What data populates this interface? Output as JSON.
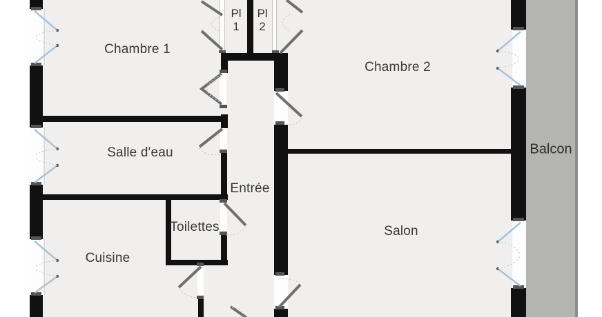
{
  "plan": {
    "type": "apartment-floor-plan",
    "colors": {
      "background": "#ffffff",
      "floor": "#f0efed",
      "wall": "#111111",
      "door_leaf": "#6f6f6f",
      "window_leaf": "#aac3db",
      "swing_arc": "#c9c9c9",
      "balcony": "#b5b5b3",
      "balcony_edge": "#8e8e8c",
      "label_text": "#383838"
    },
    "rooms": [
      {
        "label": "Chambre 1"
      },
      {
        "label": "Chambre 2"
      },
      {
        "label": "Salle d'eau"
      },
      {
        "label": "Entrée"
      },
      {
        "label": "Toilettes"
      },
      {
        "label": "Cuisine"
      },
      {
        "label": "Salon"
      },
      {
        "label": "Balcon"
      },
      {
        "label": "Pl 1"
      },
      {
        "label": "Pl 2"
      }
    ]
  }
}
